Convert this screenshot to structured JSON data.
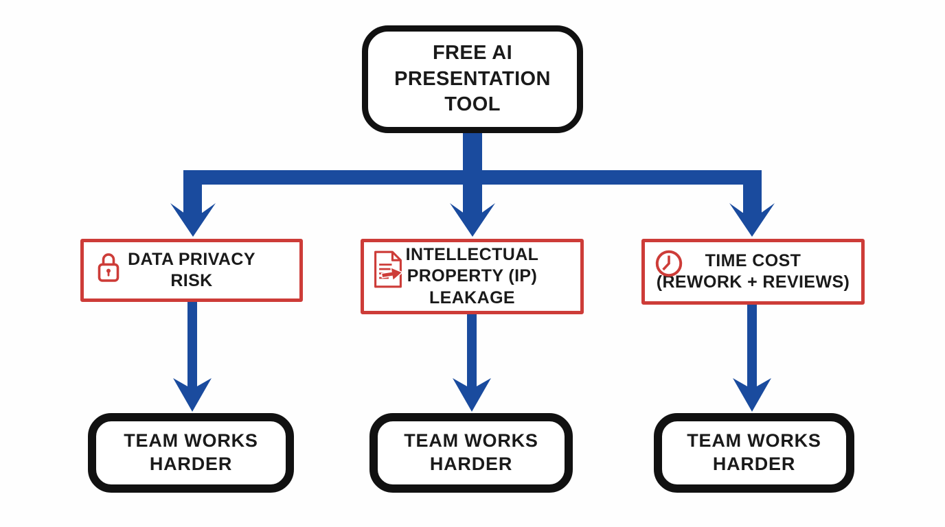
{
  "colors": {
    "arrow_blue": "#1a4b9e",
    "risk_red": "#cd3c38",
    "node_black": "#111111",
    "background": "#fefefe"
  },
  "root": {
    "text": "FREE AI\nPRESENTATION\nTOOL"
  },
  "risks": [
    {
      "icon": "lock-icon",
      "text": "DATA PRIVACY\nRISK",
      "outcome": "TEAM WORKS\nHARDER"
    },
    {
      "icon": "document-leak-icon",
      "text": "INTELLECTUAL\nPROPERTY (IP)\nLEAKAGE",
      "outcome": "TEAM WORKS\nHARDER"
    },
    {
      "icon": "clock-icon",
      "text": "TIME COST\n(REWORK + REVIEWS)",
      "outcome": "TEAM WORKS\nHARDER"
    }
  ]
}
